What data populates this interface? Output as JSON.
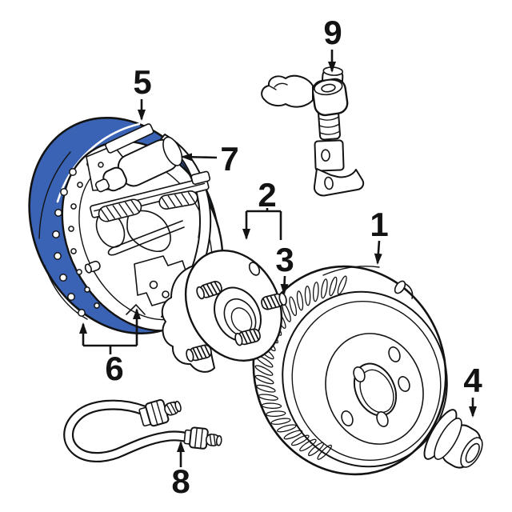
{
  "figure": {
    "background_color": "#ffffff",
    "line_color": "#131313",
    "highlight_color": "#3a63b5"
  },
  "callouts": [
    {
      "label": "1"
    },
    {
      "label": "2"
    },
    {
      "label": "3"
    },
    {
      "label": "4"
    },
    {
      "label": "5"
    },
    {
      "label": "6"
    },
    {
      "label": "7"
    },
    {
      "label": "8"
    },
    {
      "label": "9"
    }
  ]
}
